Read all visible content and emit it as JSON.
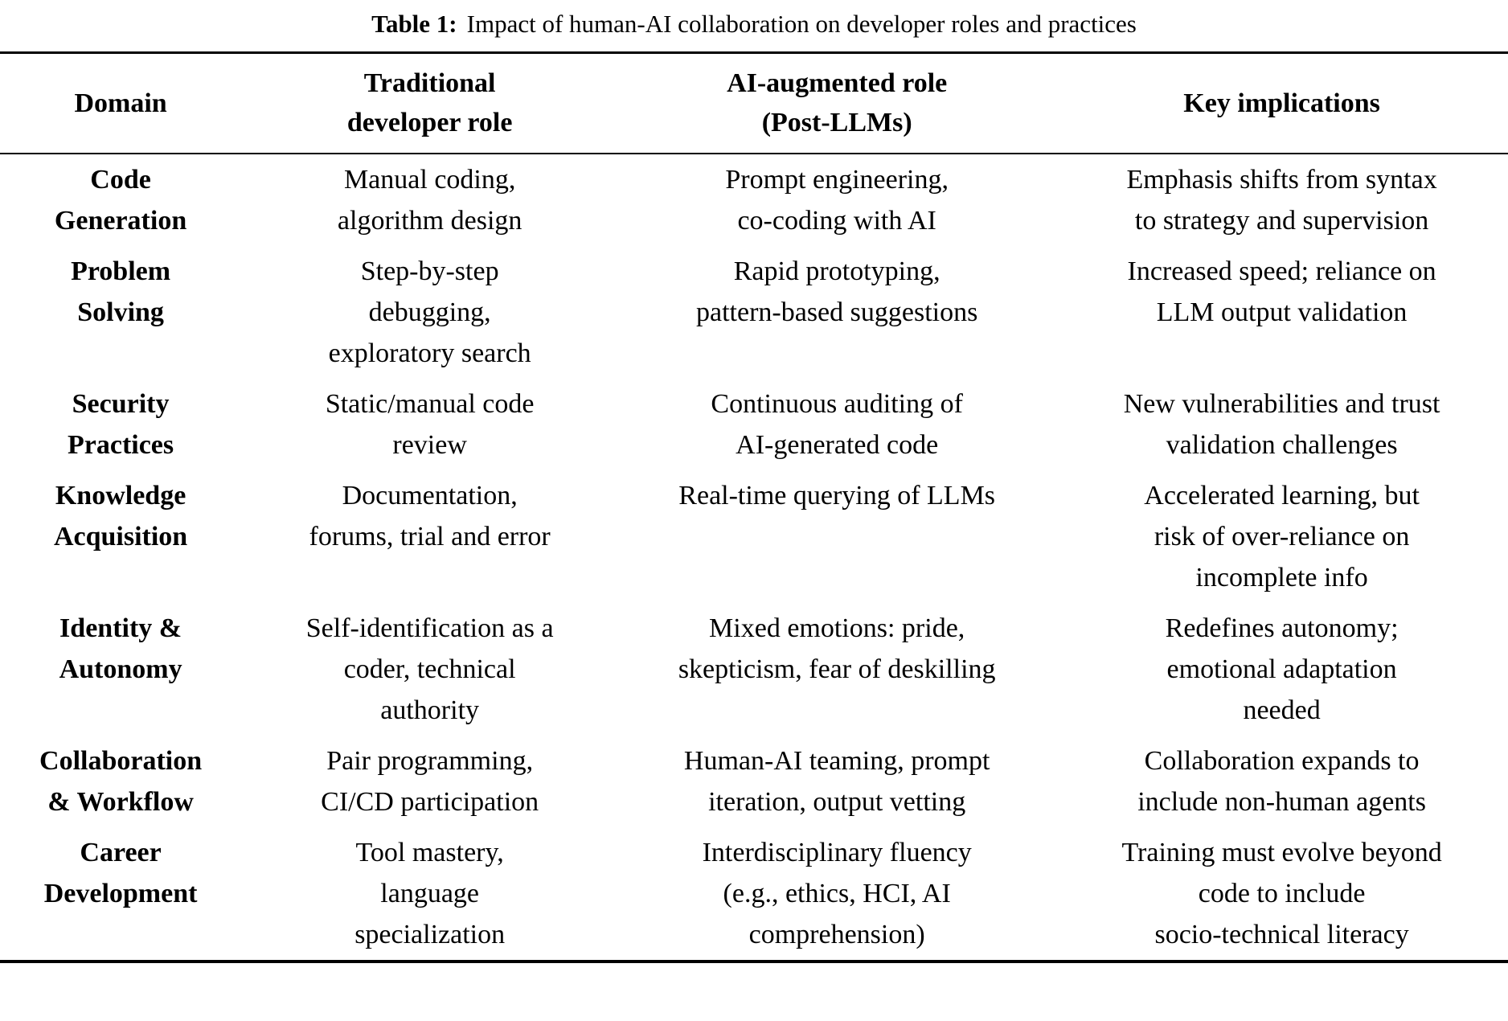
{
  "caption": {
    "label": "Table 1:",
    "text": "Impact of human-AI collaboration on developer roles and practices"
  },
  "table": {
    "headers": [
      "Domain",
      "Traditional\ndeveloper role",
      "AI-augmented role\n(Post-LLMs)",
      "Key implications"
    ],
    "rows": [
      {
        "domain": "Code\nGeneration",
        "traditional": "Manual coding,\nalgorithm design",
        "ai_augmented": "Prompt engineering,\nco-coding with AI",
        "implications": "Emphasis shifts from syntax\nto strategy and supervision"
      },
      {
        "domain": "Problem\nSolving",
        "traditional": "Step-by-step\ndebugging,\nexploratory search",
        "ai_augmented": "Rapid prototyping,\npattern-based suggestions",
        "implications": "Increased speed; reliance on\nLLM output validation"
      },
      {
        "domain": "Security\nPractices",
        "traditional": "Static/manual code\nreview",
        "ai_augmented": "Continuous auditing of\nAI-generated code",
        "implications": "New vulnerabilities and trust\nvalidation challenges"
      },
      {
        "domain": "Knowledge\nAcquisition",
        "traditional": "Documentation,\nforums, trial and error",
        "ai_augmented": "Real-time querying of LLMs",
        "implications": "Accelerated learning, but\nrisk of over-reliance on\nincomplete info"
      },
      {
        "domain": "Identity &\nAutonomy",
        "traditional": "Self-identification as a\ncoder, technical\nauthority",
        "ai_augmented": "Mixed emotions: pride,\nskepticism, fear of deskilling",
        "implications": "Redefines autonomy;\nemotional adaptation\nneeded"
      },
      {
        "domain": "Collaboration\n& Workflow",
        "traditional": "Pair programming,\nCI/CD participation",
        "ai_augmented": "Human-AI teaming, prompt\niteration, output vetting",
        "implications": "Collaboration expands to\ninclude non-human agents"
      },
      {
        "domain": "Career\nDevelopment",
        "traditional": "Tool mastery,\nlanguage\nspecialization",
        "ai_augmented": "Interdisciplinary fluency\n(e.g., ethics, HCI, AI\ncomprehension)",
        "implications": "Training must evolve beyond\ncode to include\nsocio-technical literacy"
      }
    ]
  }
}
